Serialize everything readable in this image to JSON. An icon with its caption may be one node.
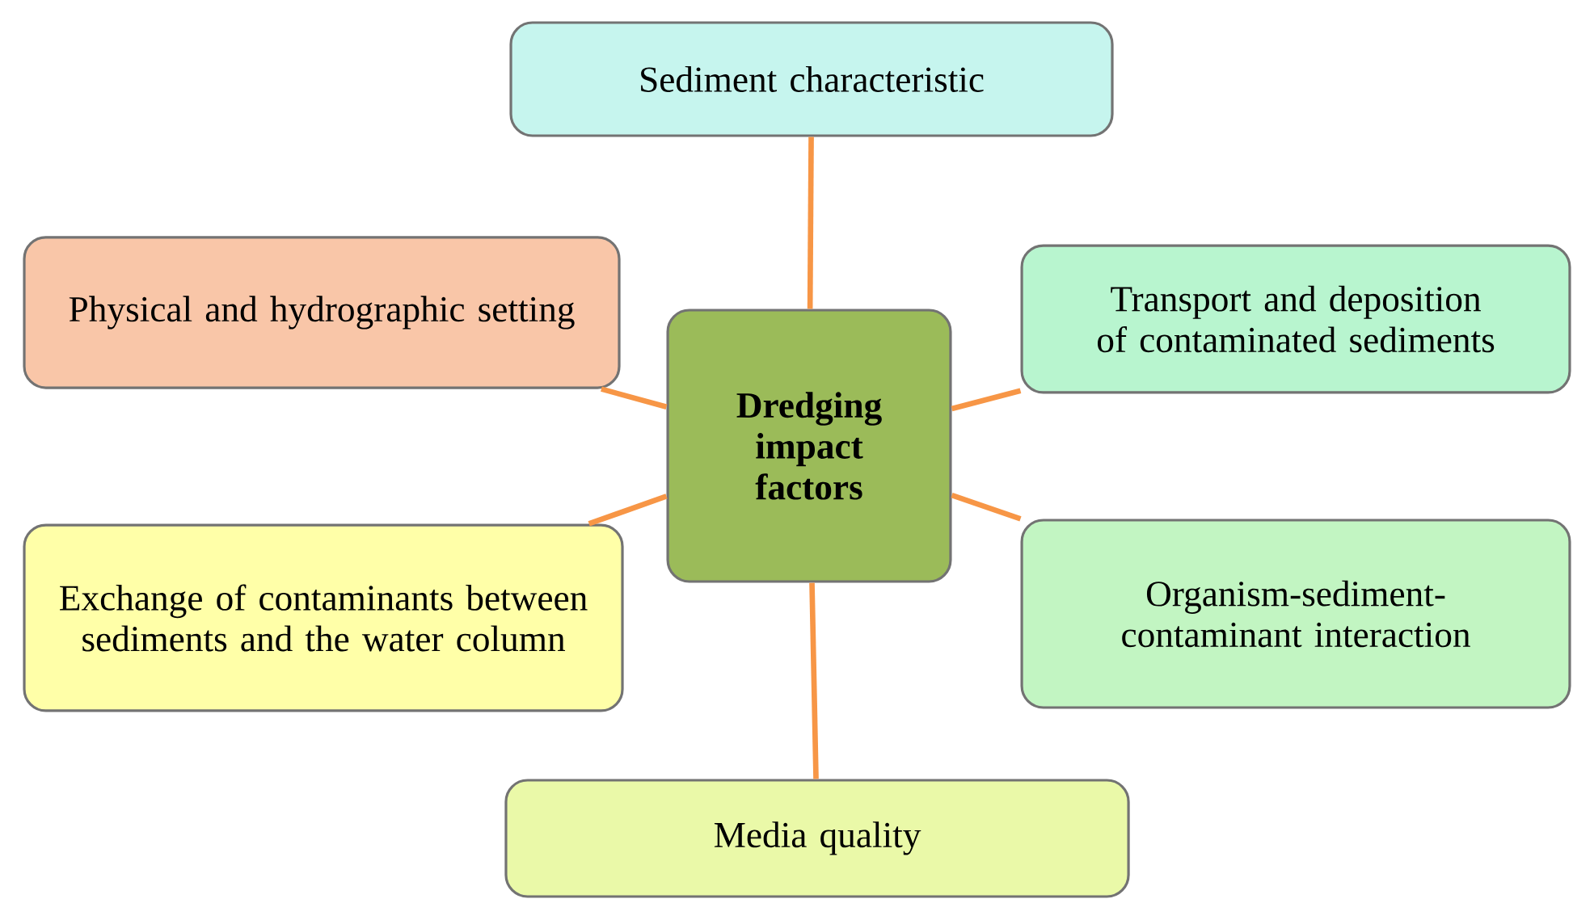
{
  "diagram": {
    "nodes": [
      {
        "text": [
          "Sediment characteristic"
        ]
      },
      {
        "text": [
          "Physical and hydrographic setting"
        ]
      },
      {
        "text": [
          "Dredging impact factors"
        ]
      },
      {
        "text": [
          "Transport and deposition of contaminated sediments"
        ]
      },
      {
        "text": [
          "Exchange of contaminants between sediments and the water column"
        ]
      },
      {
        "text": [
          "Organism-sediment-contaminant interaction"
        ]
      },
      {
        "text": [
          "Media quality"
        ]
      }
    ],
    "edges": [
      {
        "from": 2,
        "to": 0,
        "arrow": "none"
      },
      {
        "from": 2,
        "to": 1,
        "arrow": "none"
      },
      {
        "from": 2,
        "to": 3,
        "arrow": "none"
      },
      {
        "from": 2,
        "to": 4,
        "arrow": "none"
      },
      {
        "from": 2,
        "to": 5,
        "arrow": "none"
      },
      {
        "from": 2,
        "to": 6,
        "arrow": "none"
      }
    ]
  }
}
